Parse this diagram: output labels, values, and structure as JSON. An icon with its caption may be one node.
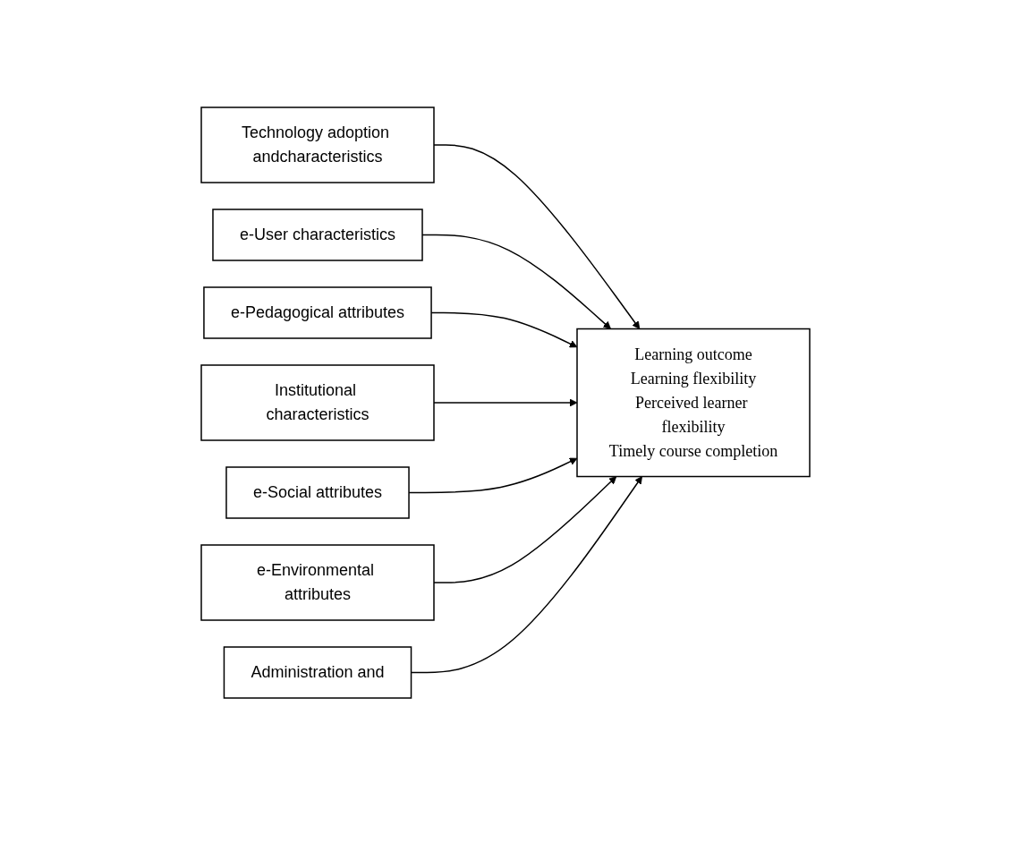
{
  "diagram": {
    "nodes": [
      {
        "text": [
          "Technology adoption andcharacteristics"
        ]
      },
      {
        "text": [
          "e-User characteristics"
        ]
      },
      {
        "text": [
          "e-Pedagogical attributes"
        ]
      },
      {
        "text": [
          "Institutional characteristics"
        ]
      },
      {
        "text": [
          "e-Social attributes"
        ]
      },
      {
        "text": [
          "e-Environmental attributes"
        ]
      },
      {
        "text": [
          "Administration and"
        ]
      },
      {
        "text": [
          "Learning outcome",
          "Learning flexibility",
          "Perceived learner flexibility",
          "Timely course completion"
        ]
      }
    ],
    "edges": [
      {
        "from": 0,
        "to": 7,
        "arrow": "to"
      },
      {
        "from": 1,
        "to": 7,
        "arrow": "to"
      },
      {
        "from": 2,
        "to": 7,
        "arrow": "to"
      },
      {
        "from": 3,
        "to": 7,
        "arrow": "to"
      },
      {
        "from": 4,
        "to": 7,
        "arrow": "to"
      },
      {
        "from": 5,
        "to": 7,
        "arrow": "to"
      },
      {
        "from": 6,
        "to": 7,
        "arrow": "to"
      }
    ]
  }
}
